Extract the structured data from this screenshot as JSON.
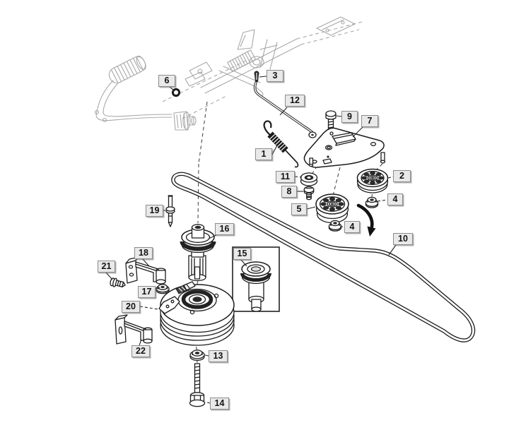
{
  "diagram": {
    "kind": "exploded-parts-diagram",
    "background": "#ffffff",
    "line_color": "#1c1c1c",
    "ghost_color": "#a8a8a8",
    "callout_style": {
      "bg": "#e9e9e9",
      "border": "#8c8c8c",
      "text": "#141414"
    },
    "callouts": [
      {
        "number": "1",
        "part": "tension-spring"
      },
      {
        "number": "2",
        "part": "idler-pulley"
      },
      {
        "number": "3",
        "part": "retaining-clip"
      },
      {
        "number": "4",
        "part": "flange-nut"
      },
      {
        "number": "4",
        "part": "flange-nut"
      },
      {
        "number": "5",
        "part": "idler-pulley"
      },
      {
        "number": "6",
        "part": "washer"
      },
      {
        "number": "7",
        "part": "idler-bracket-plate"
      },
      {
        "number": "8",
        "part": "bolt"
      },
      {
        "number": "9",
        "part": "shoulder-bolt"
      },
      {
        "number": "10",
        "part": "drive-belt"
      },
      {
        "number": "11",
        "part": "spacer-bushing"
      },
      {
        "number": "12",
        "part": "clutch-rod"
      },
      {
        "number": "13",
        "part": "flange-nut"
      },
      {
        "number": "14",
        "part": "retaining-bolt"
      },
      {
        "number": "15",
        "part": "pulley-spacer-inset-detail"
      },
      {
        "number": "16",
        "part": "sheave-spacer"
      },
      {
        "number": "17",
        "part": "flange-nut"
      },
      {
        "number": "18",
        "part": "stop-bracket"
      },
      {
        "number": "19",
        "part": "pin"
      },
      {
        "number": "20",
        "part": "electric-pto-clutch"
      },
      {
        "number": "21",
        "part": "self-tapping-screw"
      },
      {
        "number": "22",
        "part": "stop-bracket"
      }
    ]
  }
}
